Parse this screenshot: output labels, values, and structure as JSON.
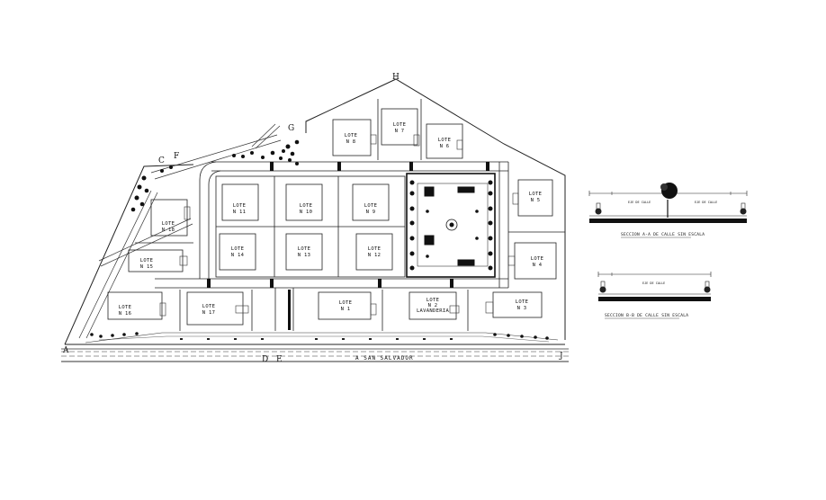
{
  "points": {
    "A": "A",
    "C": "C",
    "F": "F",
    "G": "G",
    "H": "H",
    "D": "D",
    "E": "E",
    "J": "J"
  },
  "road_name": "A SAN SALVADOR",
  "lots": {
    "l7": [
      "LOTE",
      "N 7"
    ],
    "l8": [
      "LOTE",
      "N 8"
    ],
    "l6": [
      "LOTE",
      "N 6"
    ],
    "l5": [
      "LOTE",
      "N 5"
    ],
    "l4": [
      "LOTE",
      "N 4"
    ],
    "l3": [
      "LOTE",
      "N 3"
    ],
    "l2": [
      "LOTE",
      "N 2",
      "LAVANDERIA"
    ],
    "l1": [
      "LOTE",
      "N 1"
    ],
    "l17": [
      "LOTE",
      "N 17"
    ],
    "l16": [
      "LOTE",
      "N 16"
    ],
    "l15": [
      "LOTE",
      "N 15"
    ],
    "l18": [
      "LOTE",
      "N 18"
    ],
    "l11": [
      "LOTE",
      "N 11"
    ],
    "l10": [
      "LOTE",
      "N 10"
    ],
    "l9": [
      "LOTE",
      "N 9"
    ],
    "l14": [
      "LOTE",
      "N 14"
    ],
    "l13": [
      "LOTE",
      "N 13"
    ],
    "l12": [
      "LOTE",
      "N 12"
    ]
  },
  "section_aa": {
    "title": "SECCION A-A DE CALLE SIN ESCALA",
    "labels": [
      "EJE DE CALLE",
      "EJE DE CALLE"
    ]
  },
  "section_bb": {
    "title": "SECCION B-B DE CALLE SIN ESCALA",
    "labels": [
      "EJE DE CALLE"
    ]
  }
}
